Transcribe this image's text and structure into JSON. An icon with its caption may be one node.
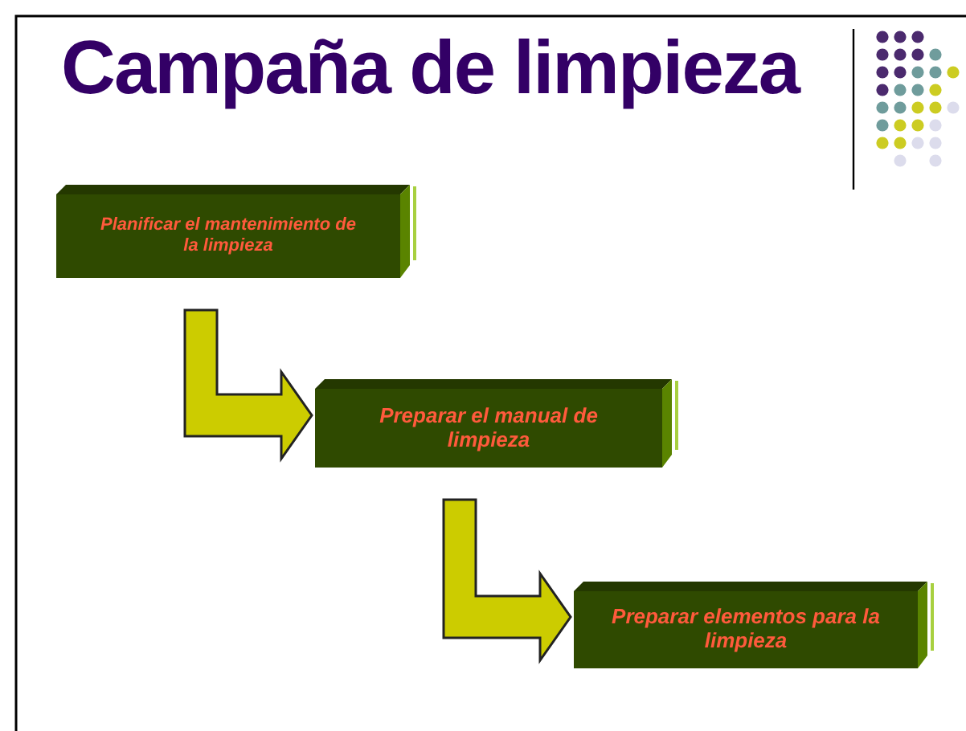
{
  "diagram": {
    "title": "Campaña de limpieza",
    "nodes": [
      {
        "text": [
          "Planificar el mantenimiento de la limpieza"
        ]
      },
      {
        "text": [
          "Preparar el manual de limpieza"
        ]
      },
      {
        "text": [
          "Preparar elementos para la limpieza"
        ]
      }
    ],
    "edges": [
      {
        "from": 0,
        "to": 1,
        "arrow": "to"
      },
      {
        "from": 1,
        "to": 2,
        "arrow": "to"
      }
    ]
  }
}
